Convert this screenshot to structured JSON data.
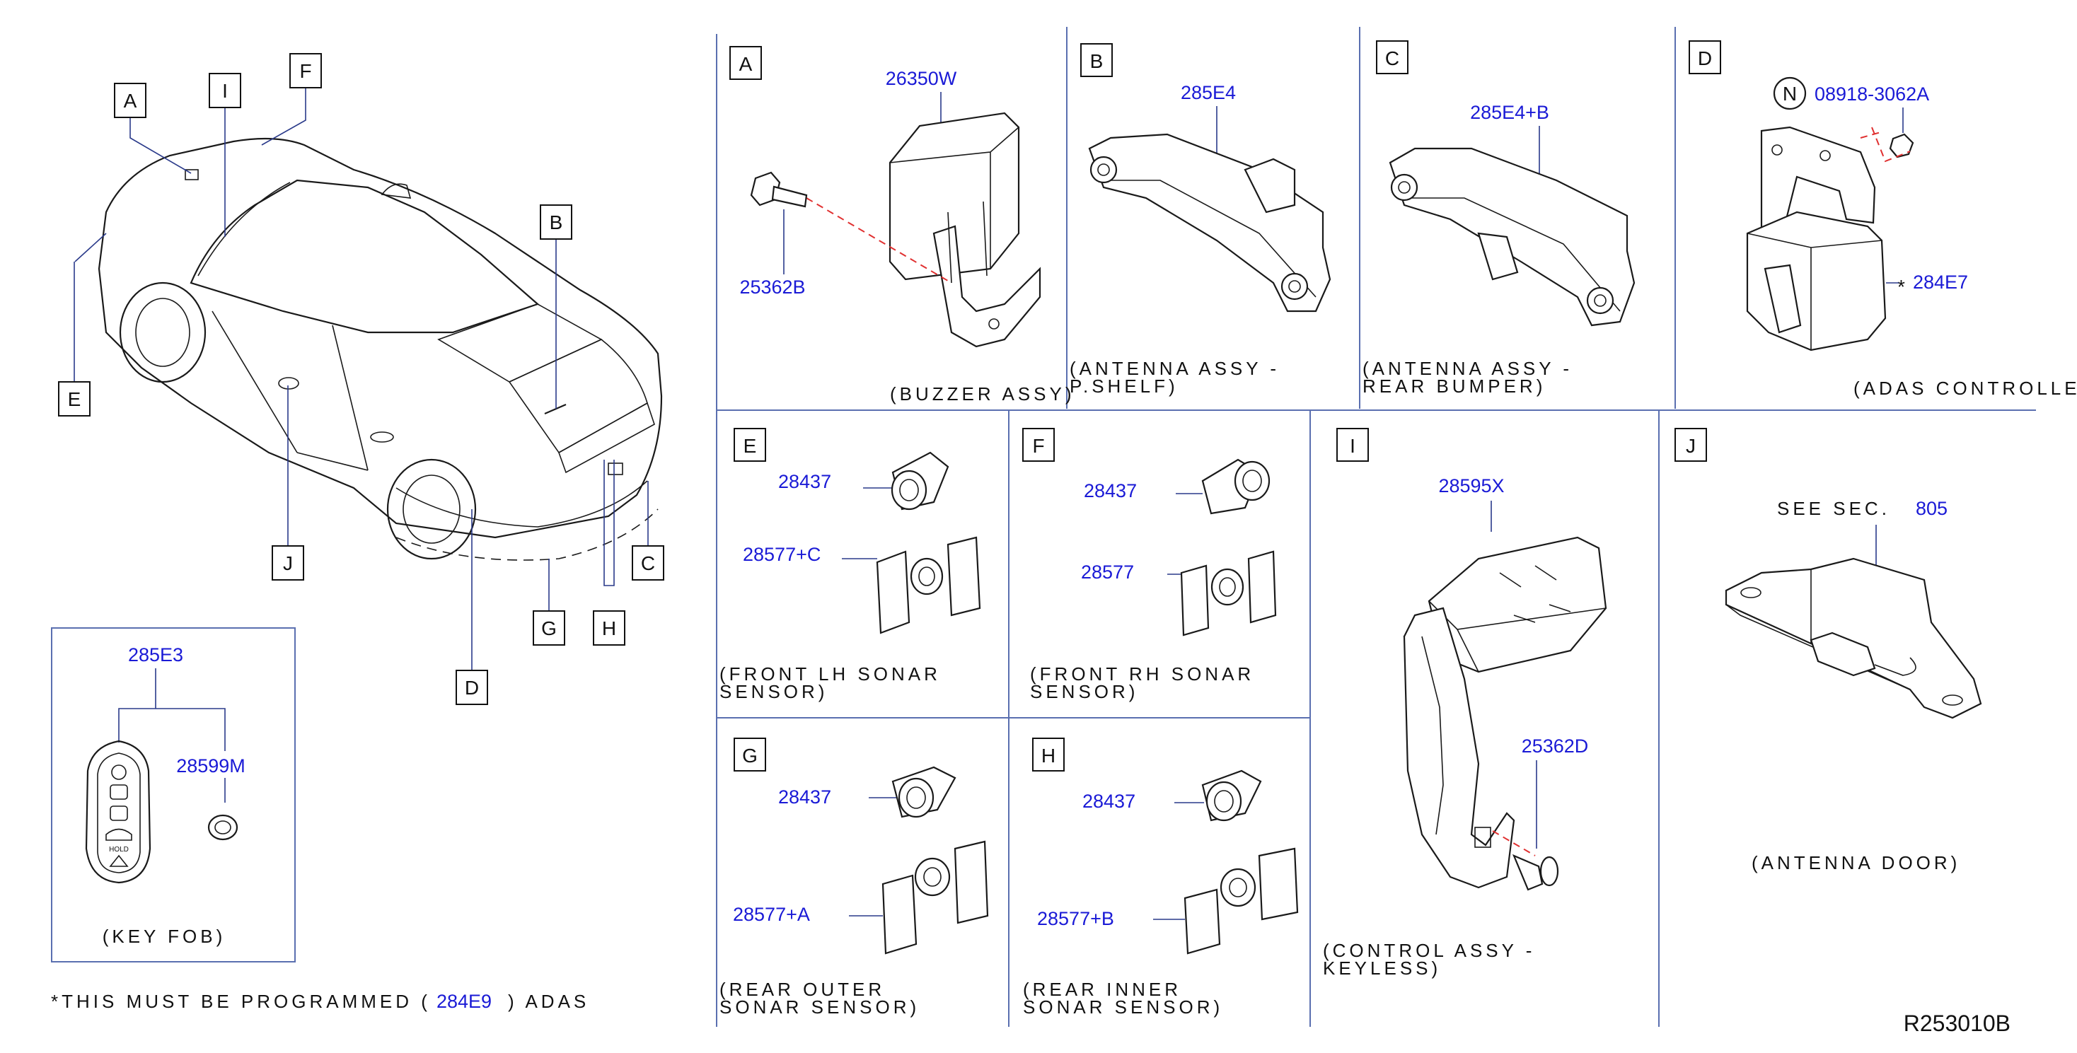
{
  "car_callouts": {
    "A": "A",
    "B": "B",
    "C": "C",
    "D": "D",
    "E": "E",
    "F": "F",
    "G": "G",
    "H": "H",
    "I": "I",
    "J": "J"
  },
  "keyfob": {
    "part_main": "285E3",
    "part_battery": "28599M",
    "caption": "(KEY  FOB)",
    "button_hold": "HOLD"
  },
  "footnote": {
    "prefix": "*THIS  MUST  BE  PROGRAMMED  (",
    "part": "284E9",
    "suffix": ")  ADAS"
  },
  "panels": {
    "A": {
      "letter": "A",
      "part_buzzer": "26350W",
      "part_bolt": "25362B",
      "caption": "(BUZZER  ASSY)"
    },
    "B": {
      "letter": "B",
      "part": "285E4",
      "caption_line1": "(ANTENNA  ASSY  -",
      "caption_line2": "P.SHELF)"
    },
    "C": {
      "letter": "C",
      "part": "285E4+B",
      "caption_line1": "(ANTENNA  ASSY  -",
      "caption_line2": "REAR  BUMPER)"
    },
    "D": {
      "letter": "D",
      "marker": "N",
      "part_nut": "08918-3062A",
      "asterisk": "*",
      "part_controller": "284E7",
      "caption": "(ADAS  CONTROLLER)"
    },
    "E": {
      "letter": "E",
      "part_sensor": "28437",
      "part_bracket": "28577+C",
      "caption_line1": "(FRONT  LH  SONAR",
      "caption_line2": "SENSOR)"
    },
    "F": {
      "letter": "F",
      "part_sensor": "28437",
      "part_bracket": "28577",
      "caption_line1": "(FRONT  RH  SONAR",
      "caption_line2": "SENSOR)"
    },
    "G": {
      "letter": "G",
      "part_sensor": "28437",
      "part_bracket": "28577+A",
      "caption_line1": "(REAR  OUTER",
      "caption_line2": "SONAR  SENSOR)"
    },
    "H": {
      "letter": "H",
      "part_sensor": "28437",
      "part_bracket": "28577+B",
      "caption_line1": "(REAR  INNER",
      "caption_line2": "SONAR  SENSOR)"
    },
    "I": {
      "letter": "I",
      "part_unit": "28595X",
      "part_screw": "25362D",
      "caption_line1": "(CONTROL  ASSY  -",
      "caption_line2": "KEYLESS)"
    },
    "J": {
      "letter": "J",
      "see_prefix": "SEE  SEC.",
      "see_part": "805",
      "caption": "(ANTENNA  DOOR)"
    }
  },
  "drawing_code": "R253010B",
  "colors": {
    "part_number": "#1a1ad6",
    "separator": "#5a6fb0",
    "dash": "#e03030"
  }
}
